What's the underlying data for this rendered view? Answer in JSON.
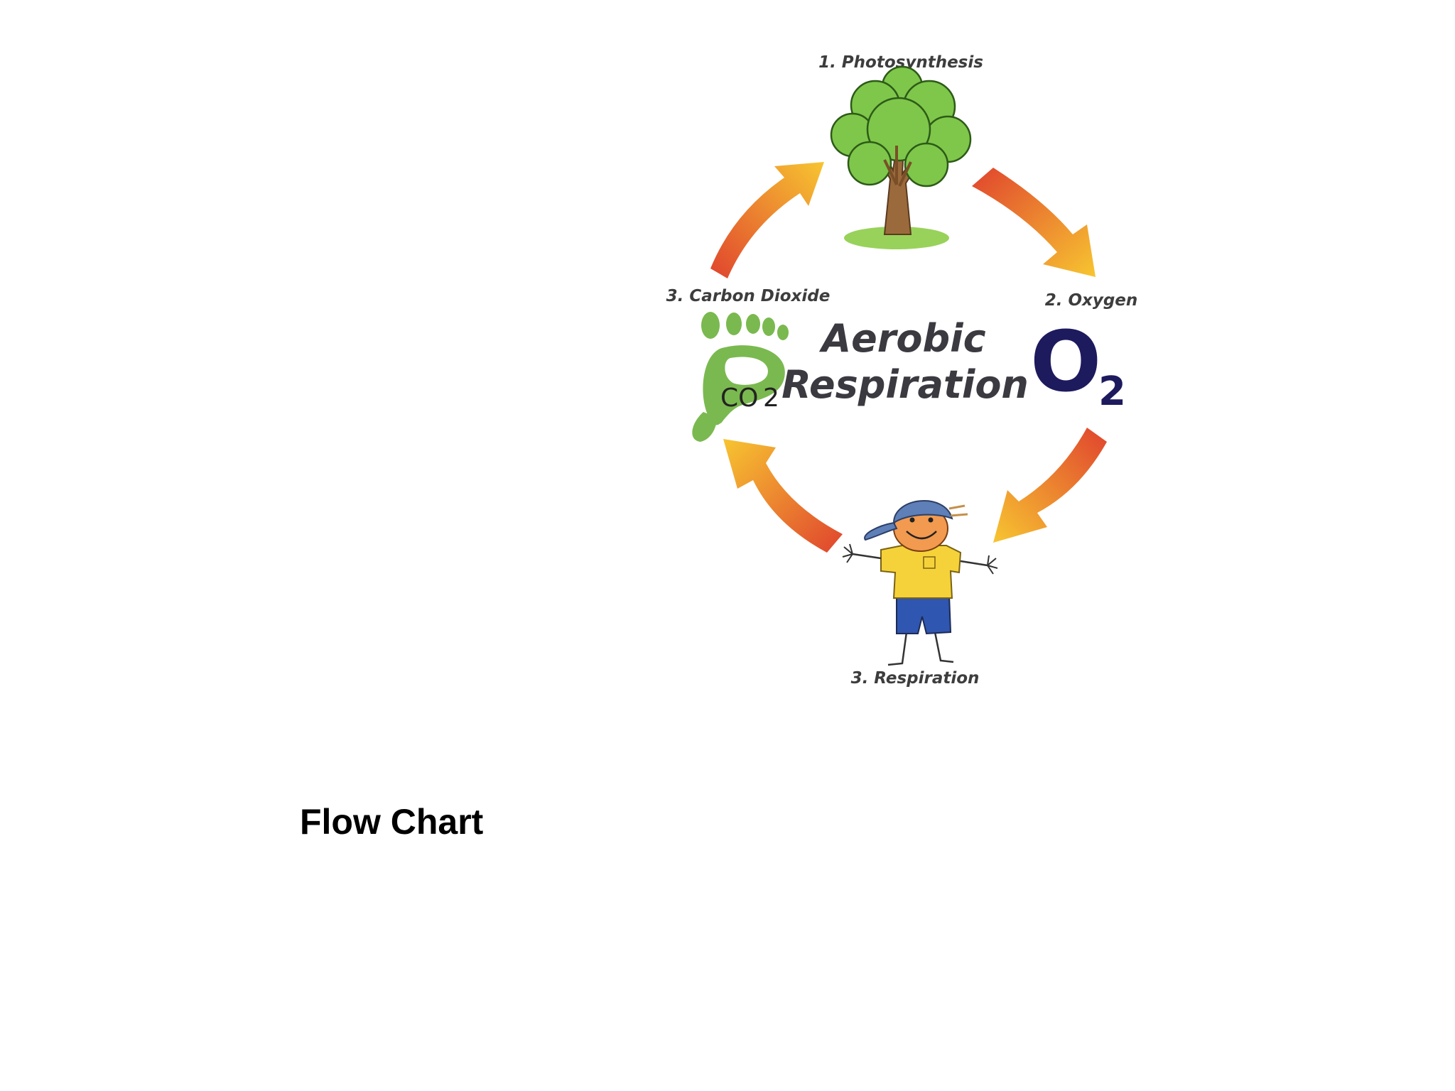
{
  "diagram": {
    "steps": {
      "photosynthesis": "1. Photosynthesis",
      "oxygen": "2. Oxygen",
      "respiration": "3. Respiration",
      "carbon_dioxide": "3. Carbon Dioxide"
    },
    "center_title": {
      "line1": "Aerobic",
      "line2": "Respiration"
    },
    "o2_symbol": {
      "letter": "O",
      "subscript": "2"
    },
    "co2_footprint": {
      "text": "CO",
      "subscript": "2"
    },
    "icons": [
      "tree-icon",
      "oxygen-symbol-icon",
      "child-icon",
      "footprint-icon",
      "cycle-arrow-icon"
    ],
    "colors": {
      "arrow_start": "#e0442e",
      "arrow_end": "#f7c531",
      "tree_green": "#7ec74a",
      "footprint_green": "#7ab94f",
      "o2_navy": "#1d1a5e"
    }
  },
  "caption": "Flow Chart"
}
